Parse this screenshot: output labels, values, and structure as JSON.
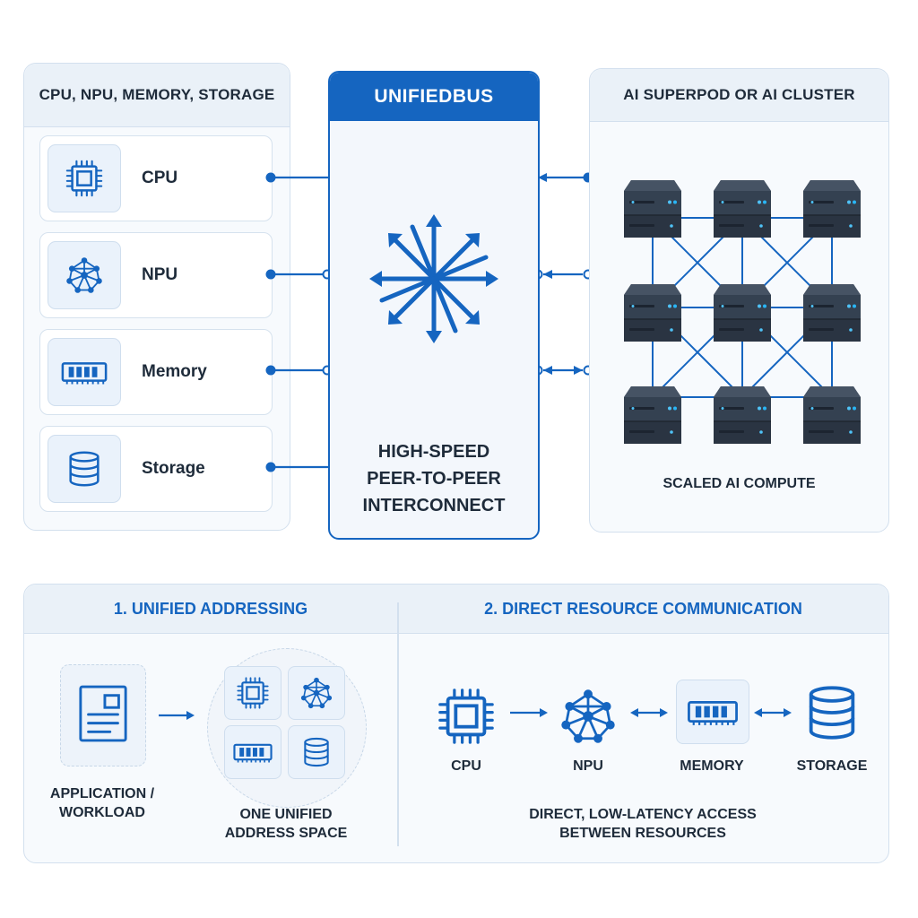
{
  "left_panel": {
    "title": "CPU, NPU, MEMORY, STORAGE",
    "resources": [
      {
        "label": "CPU",
        "icon": "cpu-chip-icon"
      },
      {
        "label": "NPU",
        "icon": "npu-network-icon"
      },
      {
        "label": "Memory",
        "icon": "memory-module-icon"
      },
      {
        "label": "Storage",
        "icon": "storage-database-icon"
      }
    ]
  },
  "bus": {
    "title": "UNIFIEDBUS",
    "description": "HIGH-SPEED\nPEER-TO-PEER\nINTERCONNECT",
    "icon": "interconnect-arrows-icon"
  },
  "right_panel": {
    "title": "AI SUPERPOD OR AI CLUSTER",
    "caption": "SCALED AI COMPUTE",
    "server_count": 9,
    "icon": "server-icon"
  },
  "bottom": {
    "unified_addressing": {
      "title": "1. UNIFIED ADDRESSING",
      "application_label": "APPLICATION /\nWORKLOAD",
      "address_space_label": "ONE UNIFIED\nADDRESS SPACE"
    },
    "direct_communication": {
      "title": "2. DIRECT RESOURCE COMMUNICATION",
      "items": [
        "CPU",
        "NPU",
        "MEMORY",
        "STORAGE"
      ],
      "caption": "DIRECT, LOW-LATENCY ACCESS\nBETWEEN RESOURCES"
    }
  },
  "colors": {
    "accent": "#1565c0",
    "panel_bg": "#f7fafd",
    "panel_border": "#d3e0ee",
    "server_body": "#2e3947"
  }
}
